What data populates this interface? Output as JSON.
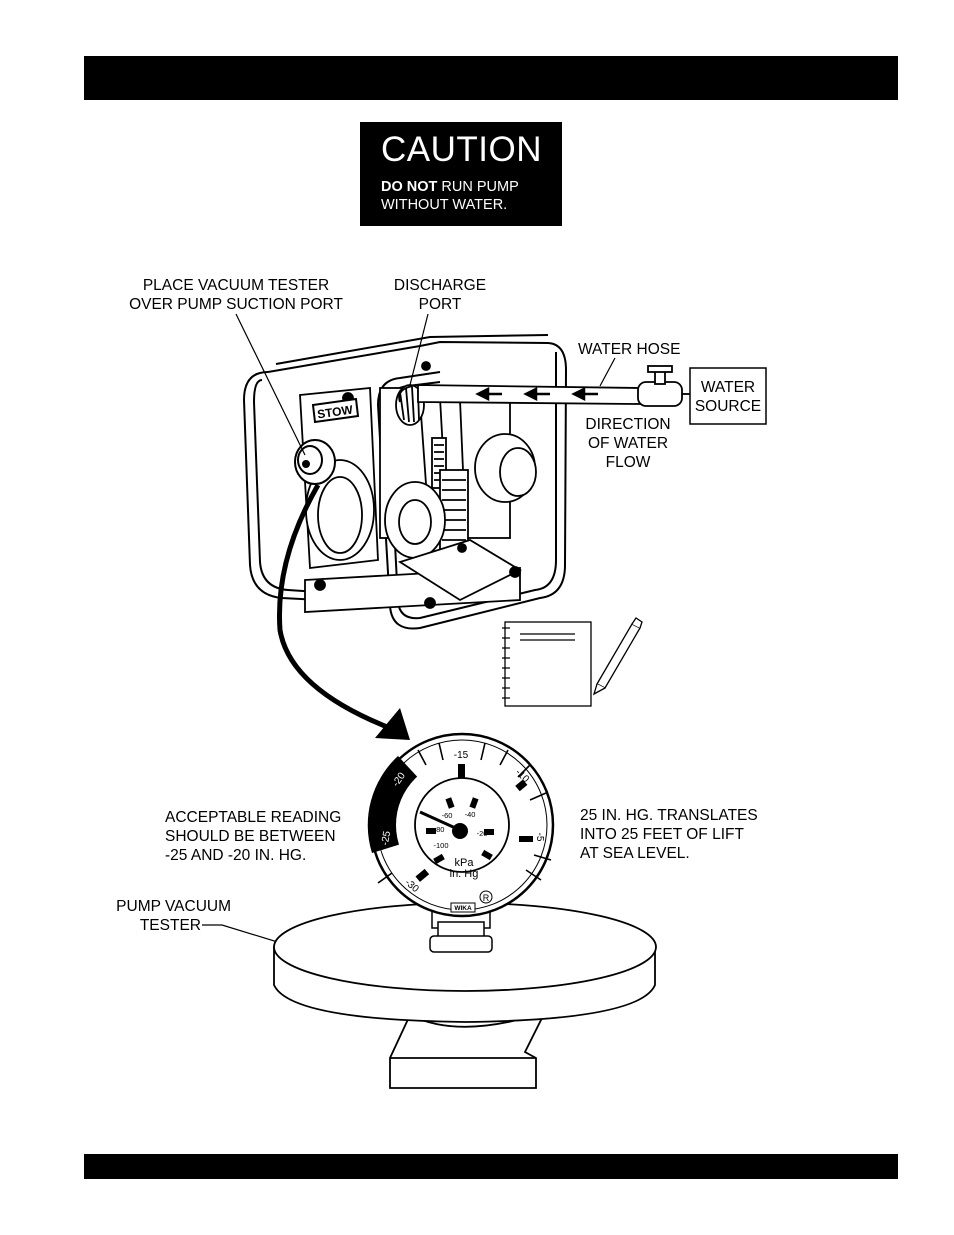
{
  "caution": {
    "title": "CAUTION",
    "line1_bold": "DO NOT",
    "line1_rest": " RUN PUMP",
    "line2": "WITHOUT WATER."
  },
  "labels": {
    "place_vacuum_tester": [
      "PLACE VACUUM TESTER",
      "OVER PUMP SUCTION PORT"
    ],
    "discharge_port": [
      "DISCHARGE",
      "PORT"
    ],
    "water_hose": "WATER HOSE",
    "water_source": [
      "WATER",
      "SOURCE"
    ],
    "direction_of_water_flow": [
      "DIRECTION",
      "OF WATER",
      "FLOW"
    ],
    "acceptable_reading": [
      "ACCEPTABLE READING",
      "SHOULD BE BETWEEN",
      "-25 AND -20 IN. HG."
    ],
    "translation_note": [
      "25 IN. HG. TRANSLATES",
      "INTO 25 FEET OF LIFT",
      "AT SEA LEVEL."
    ],
    "pump_vacuum_tester": [
      "PUMP VACUUM",
      "TESTER"
    ]
  },
  "pump_nameplate": "STOW",
  "gauge": {
    "outer_scale": [
      "-30",
      "-25",
      "-20",
      "-15",
      "-10",
      "-5"
    ],
    "inner_scale": [
      "-100",
      "-80",
      "-60",
      "-40",
      "-20"
    ],
    "unit_inner": "kPa",
    "unit_outer": "in. Hg",
    "brand": "WIKA",
    "registered_mark": "R"
  }
}
